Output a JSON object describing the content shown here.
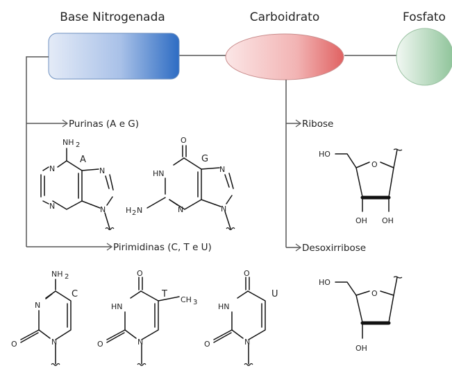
{
  "headers": {
    "base": "Base Nitrogenada",
    "sugar": "Carboidrato",
    "phosphate": "Fosfato"
  },
  "branches": {
    "purines": "Purinas (A e G)",
    "pyrimidines": "Pirimidinas (C, T e U)",
    "ribose": "Ribose",
    "deoxyribose": "Desoxirribose"
  },
  "molecules": {
    "adenine": {
      "letter": "A",
      "nh2": "NH",
      "nh2_sub": "2",
      "n": "N"
    },
    "guanine": {
      "letter": "G",
      "o": "O",
      "hn": "HN",
      "h2n_h": "H",
      "h2n_sub": "2",
      "h2n_n": "N",
      "n": "N"
    },
    "cytosine": {
      "letter": "C",
      "nh2": "NH",
      "nh2_sub": "2",
      "n": "N",
      "o": "O"
    },
    "thymine": {
      "letter": "T",
      "ch3": "CH",
      "ch3_sub": "3",
      "hn": "HN",
      "n": "N",
      "o": "O"
    },
    "uracil": {
      "letter": "U",
      "hn": "HN",
      "n": "N",
      "o": "O"
    },
    "ribose": {
      "ho": "HO",
      "o": "O",
      "oh": "OH"
    },
    "deoxyribose": {
      "ho": "HO",
      "o": "O",
      "oh": "OH"
    }
  },
  "colors": {
    "base": "#4a7fc9",
    "sugar": "#e08a8a",
    "phosphate": "#8fc49a"
  }
}
